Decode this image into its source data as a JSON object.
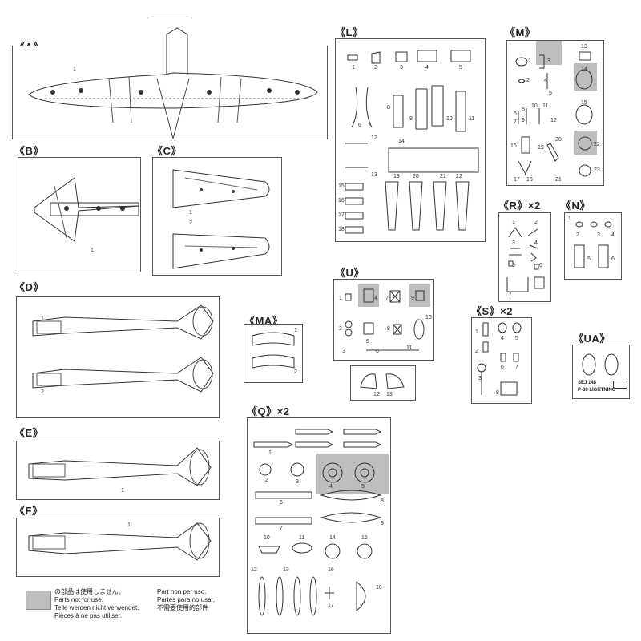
{
  "sections": {
    "A": {
      "label": "《A》",
      "parts": [
        "1"
      ]
    },
    "B": {
      "label": "《B》",
      "parts": [
        "1"
      ]
    },
    "C": {
      "label": "《C》",
      "parts": [
        "1",
        "2"
      ]
    },
    "D": {
      "label": "《D》",
      "parts": [
        "1",
        "2"
      ]
    },
    "E": {
      "label": "《E》",
      "parts": [
        "1"
      ]
    },
    "F": {
      "label": "《F》",
      "parts": [
        "1"
      ]
    },
    "L": {
      "label": "《L》",
      "parts": [
        "1",
        "2",
        "3",
        "4",
        "5",
        "6",
        "7",
        "8",
        "9",
        "10",
        "11",
        "12",
        "13",
        "14",
        "15",
        "16",
        "17",
        "18",
        "19",
        "20",
        "21",
        "22"
      ]
    },
    "M": {
      "label": "《M》",
      "parts": [
        "1",
        "2",
        "3",
        "4",
        "5",
        "6",
        "7",
        "8",
        "9",
        "10",
        "11",
        "12",
        "13",
        "14",
        "15",
        "16",
        "17",
        "18",
        "19",
        "20",
        "21",
        "22",
        "23"
      ]
    },
    "R": {
      "label": "《R》×2",
      "parts": [
        "1",
        "2",
        "3",
        "4",
        "5",
        "6",
        "7"
      ]
    },
    "N": {
      "label": "《N》",
      "parts": [
        "1",
        "2",
        "3",
        "4",
        "5",
        "6"
      ]
    },
    "U": {
      "label": "《U》",
      "parts": [
        "1",
        "2",
        "3",
        "4",
        "5",
        "6",
        "7",
        "8",
        "9",
        "10",
        "11",
        "12",
        "13"
      ]
    },
    "MA": {
      "label": "《MA》",
      "parts": [
        "1",
        "2"
      ]
    },
    "S": {
      "label": "《S》×2",
      "parts": [
        "1",
        "2",
        "3",
        "4",
        "5",
        "6",
        "7",
        "8"
      ]
    },
    "UA": {
      "label": "《UA》",
      "box_text": [
        "SEJ 148",
        "P-38 LIGHTNING"
      ]
    },
    "Q": {
      "label": "《Q》×2",
      "parts": [
        "1",
        "2",
        "3",
        "4",
        "5",
        "6",
        "7",
        "8",
        "9",
        "10",
        "11",
        "12",
        "13",
        "14",
        "15",
        "16",
        "17",
        "18"
      ]
    }
  },
  "legend": {
    "swatch_color": "#bdbdbd",
    "left_lines": [
      "の部品は使用しません。",
      "Parts not for use.",
      "Teile werden nicht verwendet.",
      "Pièces à ne pas utiliser."
    ],
    "right_lines": [
      "Part non per uso.",
      "Partes para no usar.",
      "不需要使用的部件"
    ]
  }
}
